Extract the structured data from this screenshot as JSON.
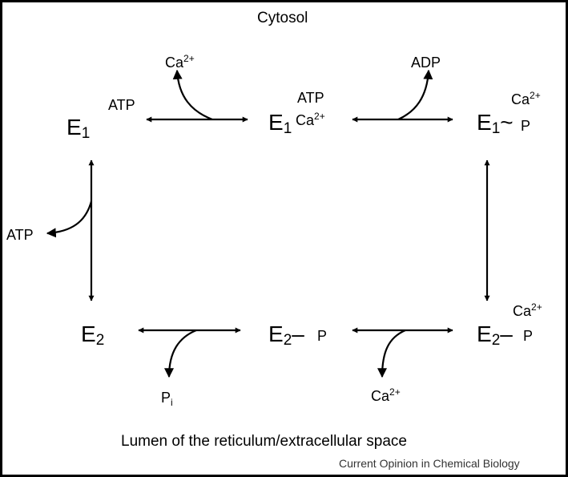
{
  "regions": {
    "top": "Cytosol",
    "bottom": "Lumen of the reticulum/extracellular space"
  },
  "credit": "Current Opinion in Chemical Biology",
  "states": {
    "e1": {
      "base": "E",
      "sub": "1"
    },
    "e1_atp_ca": {
      "base": "E",
      "sub": "1"
    },
    "e1p_ca": {
      "base": "E",
      "sub": "1",
      "bond": "~",
      "p": "P"
    },
    "e2": {
      "base": "E",
      "sub": "2"
    },
    "e2p": {
      "base": "E",
      "sub": "2",
      "bond": "–",
      "p": "P"
    },
    "e2p_ca": {
      "base": "E",
      "sub": "2",
      "bond": "–",
      "p": "P"
    }
  },
  "ligands": {
    "atp": "ATP",
    "adp": "ADP",
    "ca": "Ca",
    "charge": "2+",
    "pi_base": "P",
    "pi_sub": "i"
  },
  "colors": {
    "ink": "#000000",
    "background": "#ffffff"
  }
}
